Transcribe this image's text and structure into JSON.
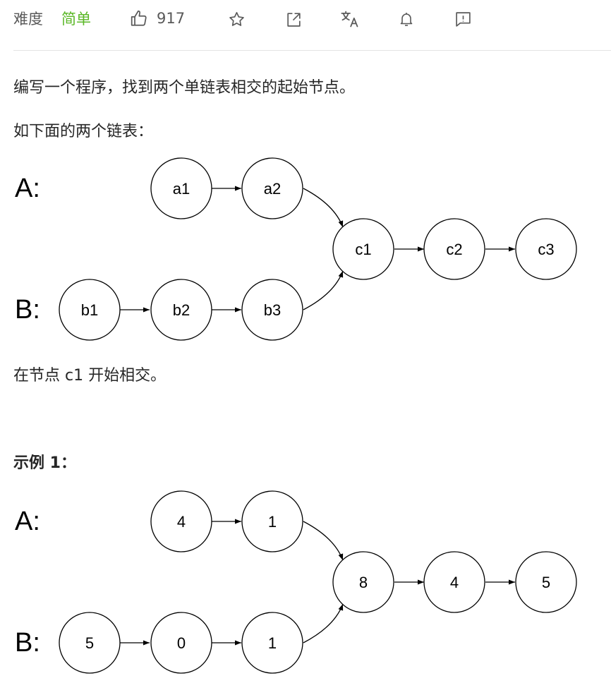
{
  "toolbar": {
    "difficulty_label": "难度",
    "difficulty_value": "简单",
    "like_count": "917",
    "icons": [
      "thumbs-up-icon",
      "star-icon",
      "share-icon",
      "translate-icon",
      "bell-icon",
      "feedback-icon"
    ]
  },
  "content": {
    "intro": "编写一个程序，找到两个单链表相交的起始节点。",
    "lead": "如下面的两个链表：",
    "intersection_note": "在节点 c1 开始相交。",
    "example_title": "示例 1："
  },
  "diagrams": [
    {
      "label_a": "A:",
      "label_b": "B:",
      "list_a": [
        "a1",
        "a2"
      ],
      "list_b": [
        "b1",
        "b2",
        "b3"
      ],
      "shared": [
        "c1",
        "c2",
        "c3"
      ]
    },
    {
      "label_a": "A:",
      "label_b": "B:",
      "list_a": [
        "4",
        "1"
      ],
      "list_b": [
        "5",
        "0",
        "1"
      ],
      "shared": [
        "8",
        "4",
        "5"
      ]
    }
  ],
  "colors": {
    "accent_easy": "#5ab726",
    "muted_text": "#595959",
    "divider": "#e4e4e4"
  }
}
